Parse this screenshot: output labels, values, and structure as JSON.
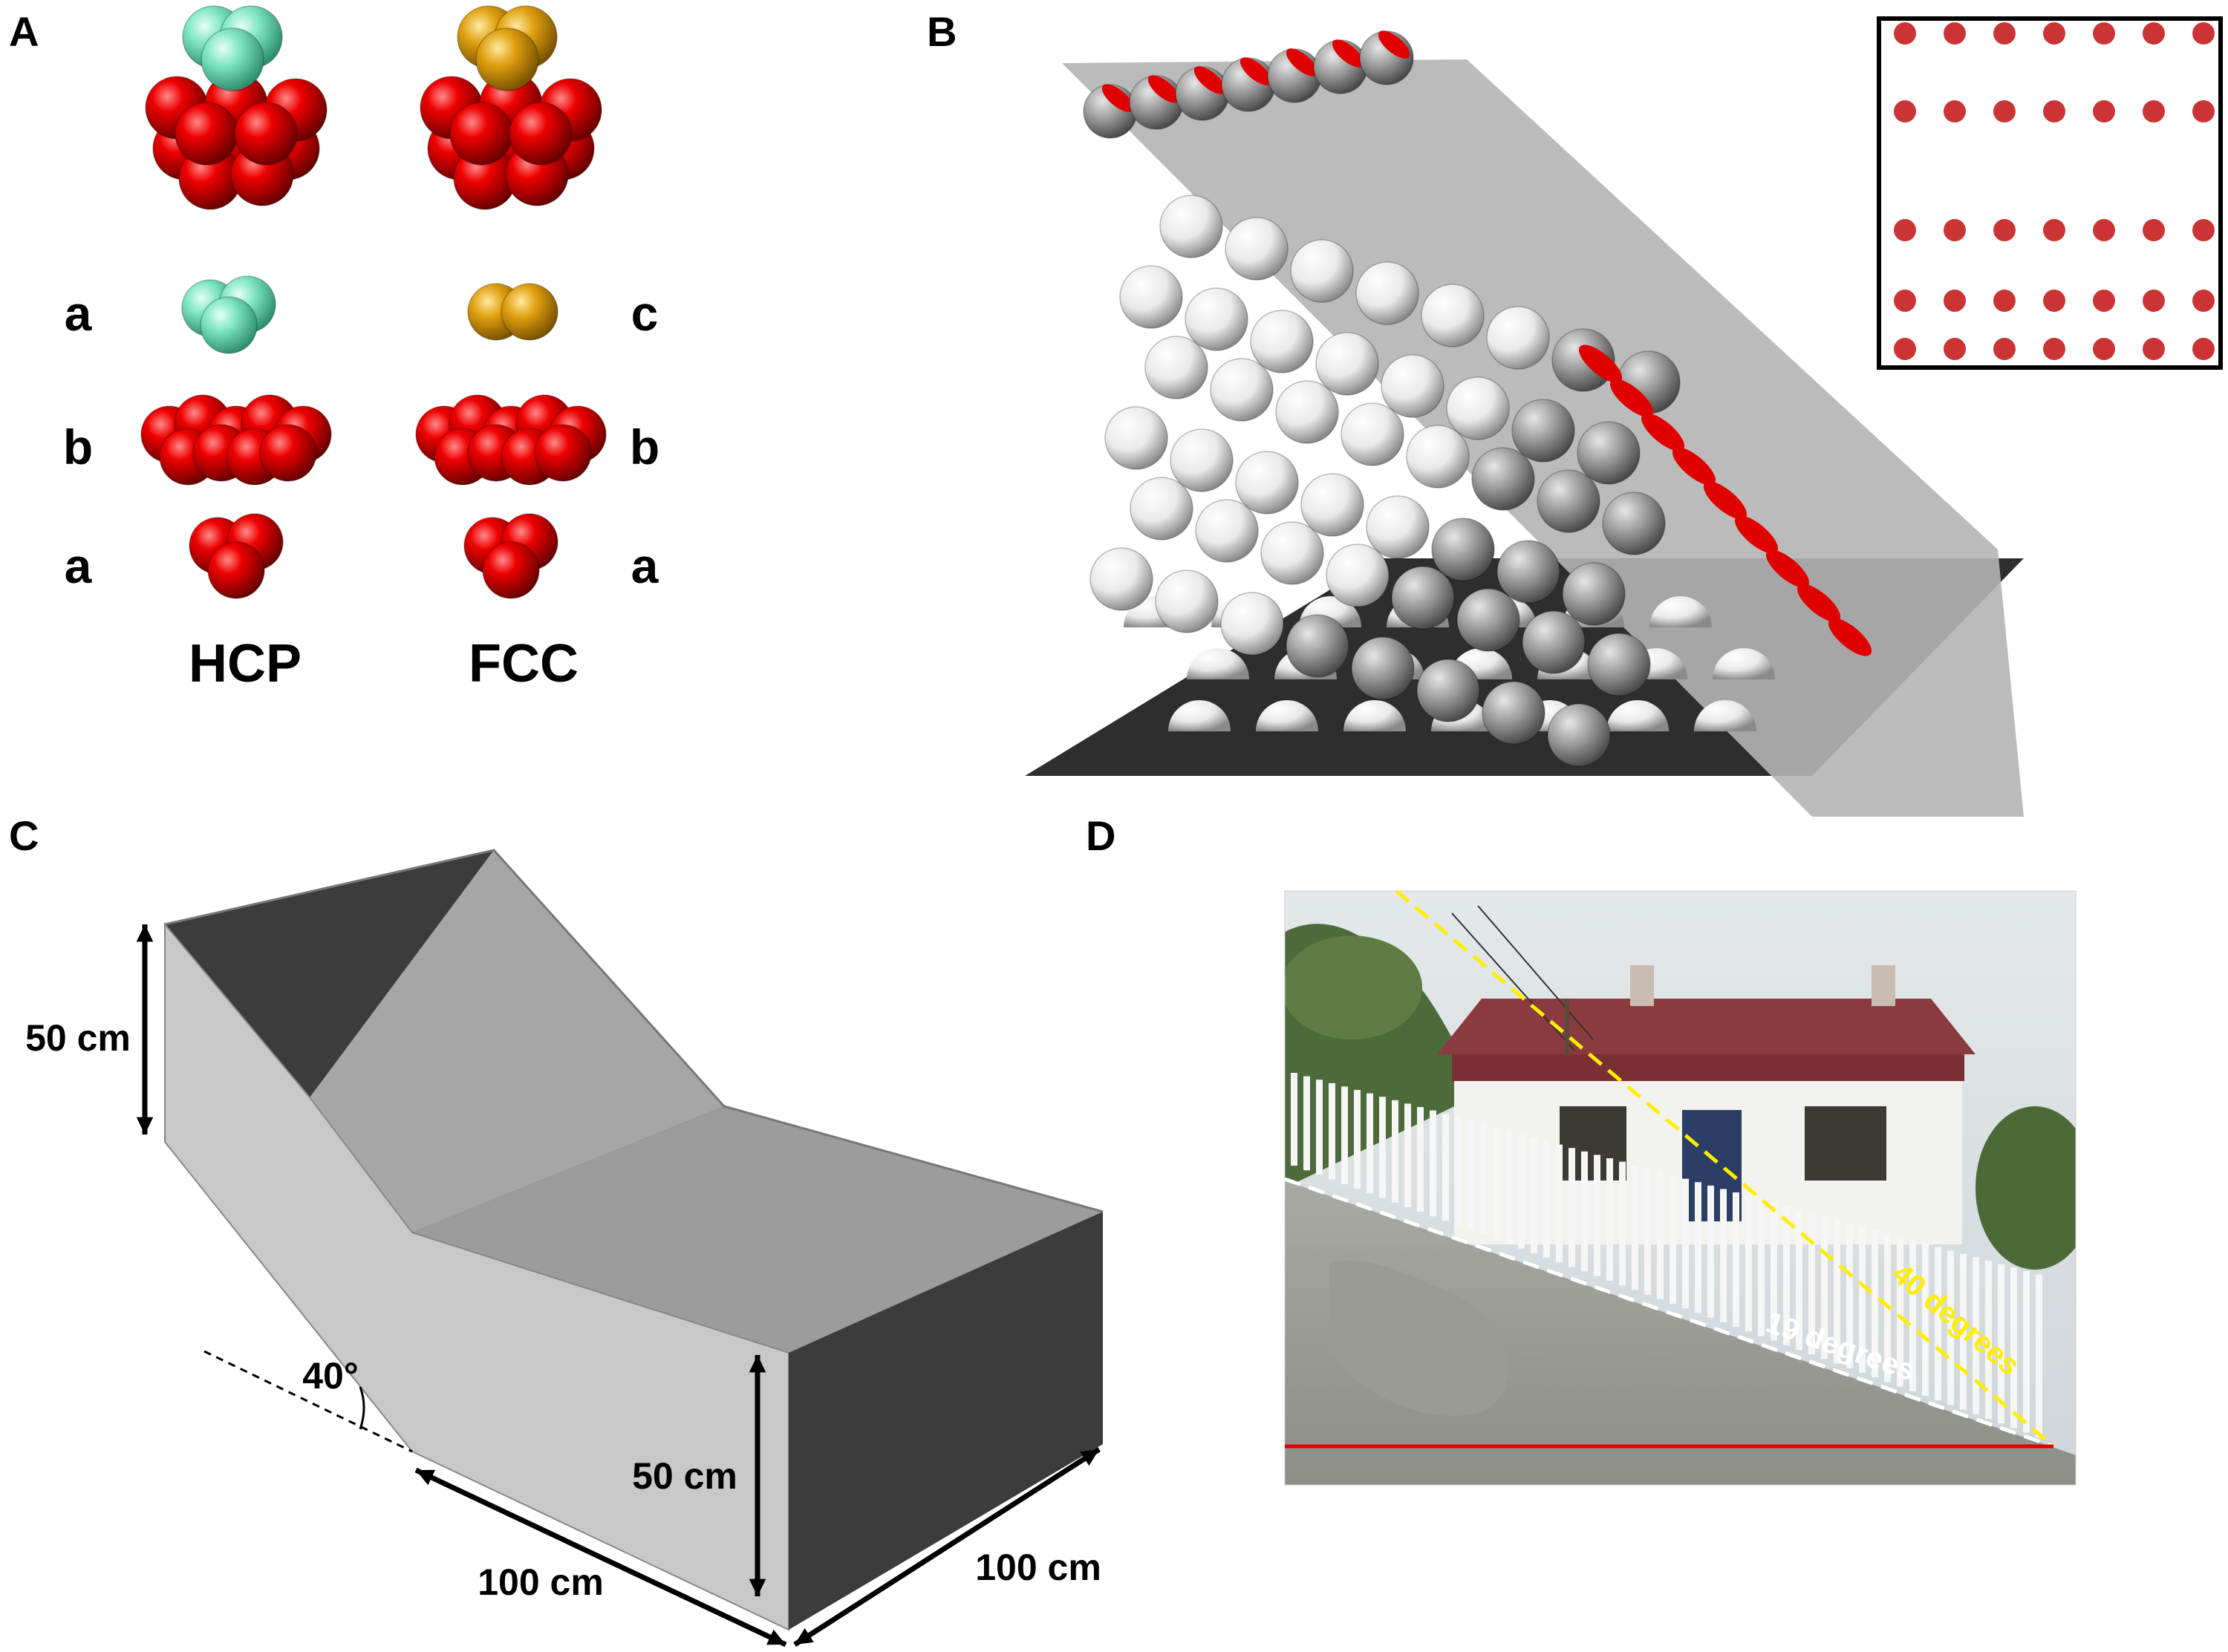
{
  "panels": {
    "a": {
      "letter": "A"
    },
    "b": {
      "letter": "B"
    },
    "c": {
      "letter": "C"
    },
    "d": {
      "letter": "D"
    }
  },
  "panel_a": {
    "layers_left": [
      "a",
      "b",
      "a"
    ],
    "layers_right": [
      "c",
      "b",
      "a"
    ],
    "structures": [
      "HCP",
      "FCC"
    ],
    "colors": {
      "hcp_top": "#7fe6c2",
      "fcc_top": "#e0a010",
      "base": "#e00000"
    }
  },
  "panel_b": {
    "colors": {
      "slope_plane": "#b4b4b4",
      "floor": "#2e2e2e",
      "sphere": "#f2f2f2",
      "section": "#e00000"
    }
  },
  "panel_c": {
    "height_left": "50 cm",
    "height_front": "50 cm",
    "length": "100 cm",
    "width": "100 cm",
    "angle": "40°",
    "colors": {
      "light": "#c8c8c8",
      "mid": "#a8a8a8",
      "dark": "#3c3c3c"
    }
  },
  "panel_d": {
    "line_yellow": "40 degrees",
    "line_white": "19 degrees",
    "colors": {
      "yellow": "#ffee00",
      "white": "#ffffff",
      "red": "#e00000"
    }
  }
}
